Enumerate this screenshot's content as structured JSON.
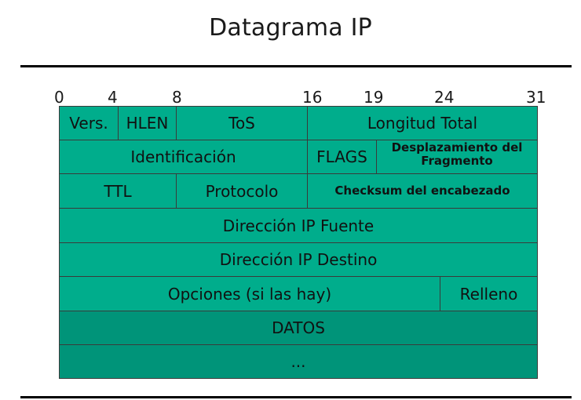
{
  "title": "Datagrama IP",
  "bit_labels": [
    "0",
    "4",
    "8",
    "16",
    "19",
    "24",
    "31"
  ],
  "rows": {
    "row1": {
      "vers": "Vers.",
      "hlen": "HLEN",
      "tos": "ToS",
      "longitud": "Longitud Total"
    },
    "row2": {
      "identificacion": "Identificación",
      "flags": "FLAGS",
      "desplazamiento": "Desplazamiento del Fragmento"
    },
    "row3": {
      "ttl": "TTL",
      "protocolo": "Protocolo",
      "checksum": "Checksum del encabezado"
    },
    "row4": {
      "fuente": "Dirección IP Fuente"
    },
    "row5": {
      "destino": "Dirección IP Destino"
    },
    "row6": {
      "opciones": "Opciones (si las hay)",
      "relleno": "Relleno"
    },
    "row7": {
      "datos": "DATOS"
    },
    "row8": {
      "ellipsis": "..."
    }
  },
  "colors": {
    "header_fill": "#00ad8c",
    "data_fill": "#009479",
    "border": "#3a3a3a"
  }
}
